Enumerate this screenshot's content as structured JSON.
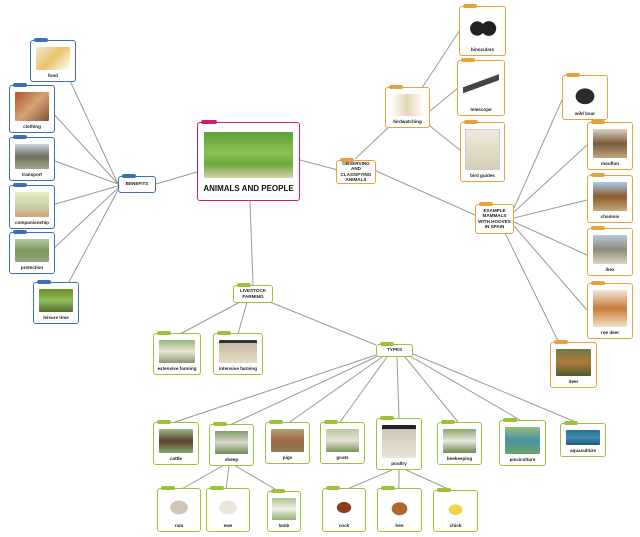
{
  "root": {
    "label": "ANIMALS AND PEOPLE"
  },
  "benefits": {
    "label": "BENEFITS",
    "items": [
      "food",
      "clothing",
      "transport",
      "companionship",
      "protection",
      "leisure time"
    ]
  },
  "observing": {
    "label": "OBSERVING AND CLASSIFYING ANIMALS",
    "birdwatching": "birdwatching",
    "tools": [
      "binoculars",
      "telescope",
      "bird guides"
    ],
    "examples_label": "EXAMPLE MAMMALS WITH HOOVES IN SPAIN",
    "mammals": [
      "wild boar",
      "mouflon",
      "chamois",
      "ibex",
      "roe deer",
      "deer"
    ]
  },
  "livestock": {
    "label": "LIVESTOCK FARMING",
    "systems": [
      "extensive farming",
      "intensive farming"
    ],
    "types_label": "TYPES",
    "types": [
      "cattle",
      "sheep",
      "pigs",
      "goats",
      "poultry",
      "beekeeping",
      "pisciculture",
      "aquaculture"
    ],
    "sheep_kinds": [
      "ram",
      "ewe",
      "lamb"
    ],
    "poultry_kinds": [
      "cock",
      "hen",
      "chick"
    ]
  },
  "colors": {
    "benefits": "#3d6fb6",
    "observing": "#e8a23c",
    "livestock": "#9dc23a",
    "root": "#d01a74",
    "link": "#9a9a9a"
  }
}
